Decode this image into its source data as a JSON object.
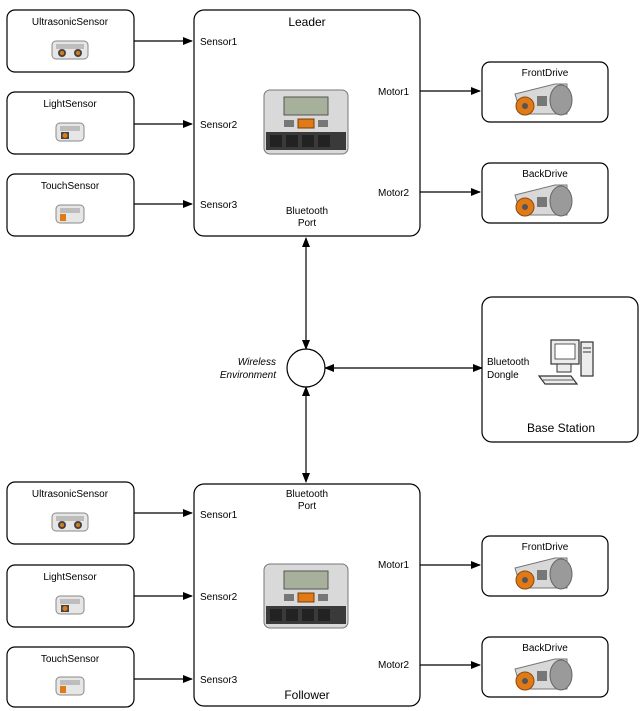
{
  "leader": {
    "title": "Leader",
    "sensor1": "Sensor1",
    "sensor2": "Sensor2",
    "sensor3": "Sensor3",
    "motor1": "Motor1",
    "motor2": "Motor2",
    "bt_line1": "Bluetooth",
    "bt_line2": "Port"
  },
  "follower": {
    "title": "Follower",
    "sensor1": "Sensor1",
    "sensor2": "Sensor2",
    "sensor3": "Sensor3",
    "motor1": "Motor1",
    "motor2": "Motor2",
    "bt_line1": "Bluetooth",
    "bt_line2": "Port"
  },
  "sensors_top": [
    "UltrasonicSensor",
    "LightSensor",
    "TouchSensor"
  ],
  "sensors_bottom": [
    "UltrasonicSensor",
    "LightSensor",
    "TouchSensor"
  ],
  "drives_top": [
    "FrontDrive",
    "BackDrive"
  ],
  "drives_bottom": [
    "FrontDrive",
    "BackDrive"
  ],
  "wireless": {
    "line1": "Wireless",
    "line2": "Environment"
  },
  "base_station": {
    "title": "Base Station",
    "dongle_line1": "Bluetooth",
    "dongle_line2": "Dongle"
  },
  "icons": {
    "ultrasonic": "ultrasonic-sensor-icon",
    "light": "light-sensor-icon",
    "touch": "touch-sensor-icon",
    "motor": "servo-motor-icon",
    "brick": "nxt-brick-icon",
    "computer": "computer-icon"
  },
  "colors": {
    "stroke": "#000000",
    "accent": "#e07a16"
  }
}
